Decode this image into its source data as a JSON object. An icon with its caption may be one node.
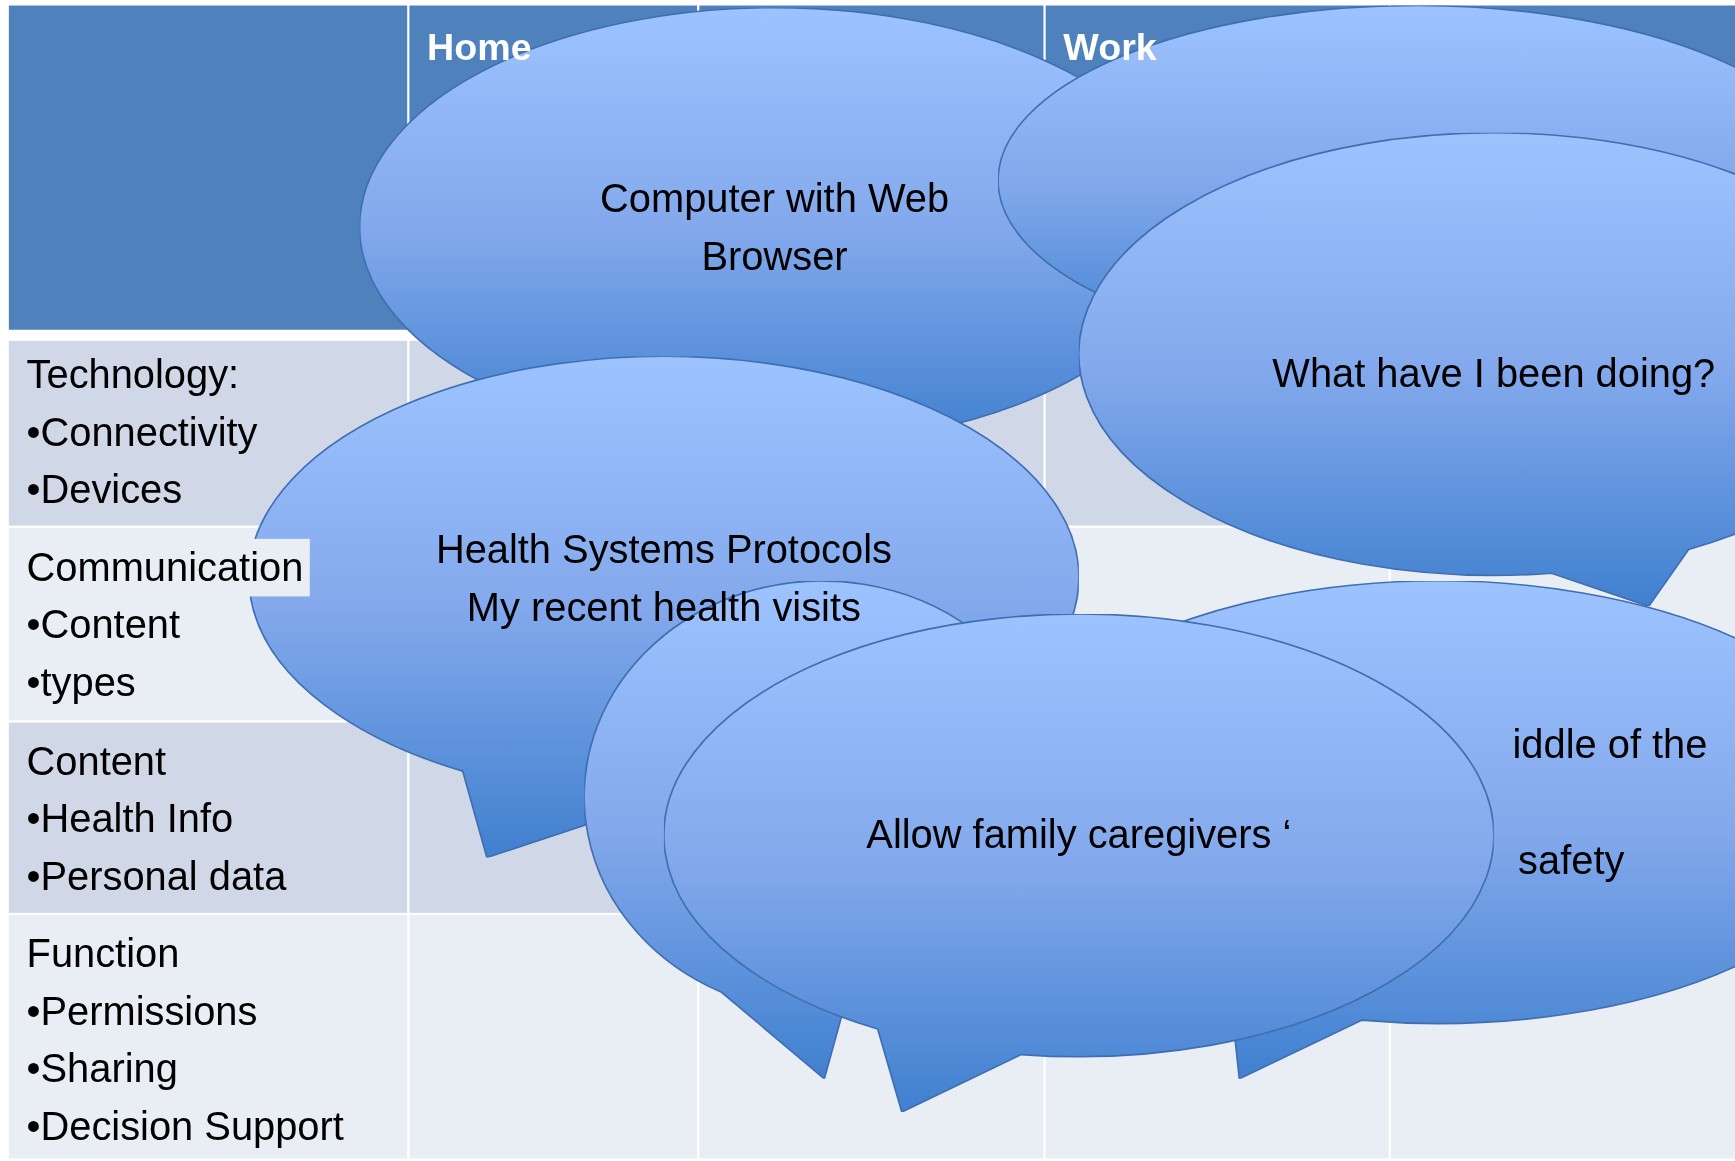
{
  "diagram": {
    "nodes": [
      {
        "text": [
          "Computer with Web Browser"
        ]
      },
      {
        "text": [],
        "shape": "bubble"
      },
      {
        "text": [
          "What have I been doing?"
        ]
      },
      {
        "text": [
          "Health Systems Protocols",
          "My recent health visits"
        ]
      },
      {
        "text": [],
        "shape": "bubble"
      },
      {
        "text": [
          "iddle of the",
          "safety"
        ]
      },
      {
        "text": [
          "Allow family caregivers ‘"
        ]
      }
    ],
    "edges": [],
    "labels": [
      "Home",
      "Work",
      "Technology:",
      "•Connectivity",
      "•Devices",
      "Communication",
      "•Content",
      "•types",
      "Content",
      "•Health Info",
      "•Personal data",
      "Function",
      "•Permissions",
      "•Sharing",
      "•Decision Support"
    ]
  }
}
